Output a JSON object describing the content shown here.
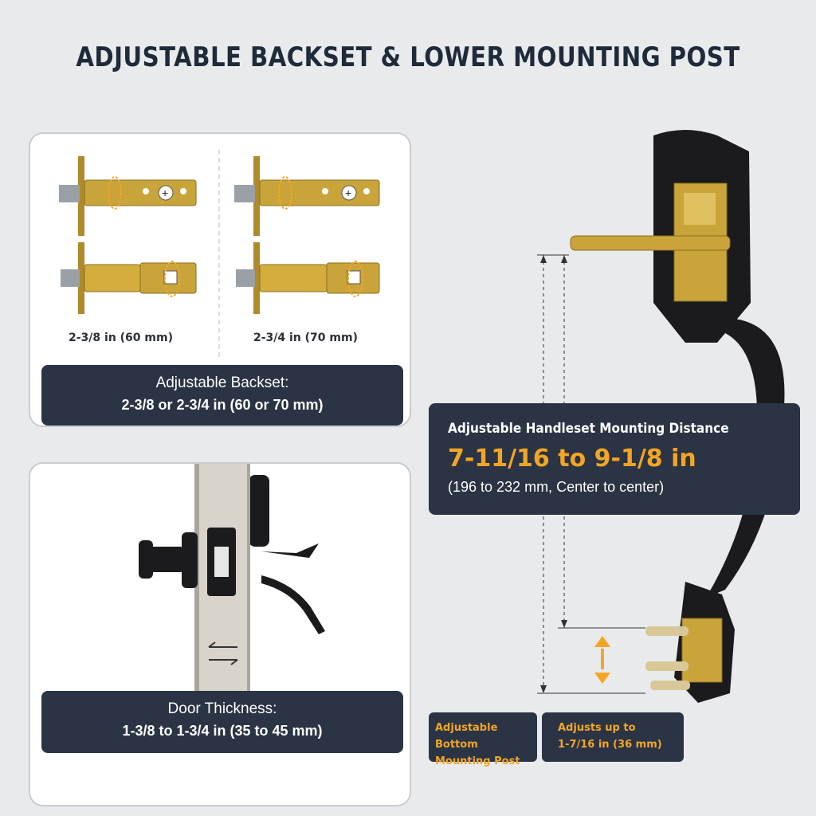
{
  "title": "ADJUSTABLE BACKSET & LOWER MOUNTING POST",
  "backset_panel": {
    "option_1": "2-3/8  in (60 mm)",
    "option_2": "2-3/4  in (70 mm)",
    "box_line1": "Adjustable Backset:",
    "box_line2": "2-3/8 or 2-3/4 in (60 or 70 mm)"
  },
  "door_panel": {
    "box_line1": "Door Thickness:",
    "box_line2": "1-3/8 to 1-3/4 in (35 to 45 mm)"
  },
  "mounting_distance": {
    "heading": "Adjustable Handleset Mounting Distance",
    "value": "7-11/16 to 9-1/8 in",
    "detail": "(196 to 232 mm,  Center to center)"
  },
  "bottom_post": {
    "label_line1": "Adjustable Bottom",
    "label_line2": "Mounting Post",
    "adjust_line1": "Adjusts up to",
    "adjust_line2": "1-7/16 in (36 mm)"
  },
  "colors": {
    "background": "#e9eaec",
    "dark_box": "#2a3444",
    "accent_orange": "#f5a524",
    "brass": "#c9a43a",
    "handle_black": "#1b1b1d"
  }
}
